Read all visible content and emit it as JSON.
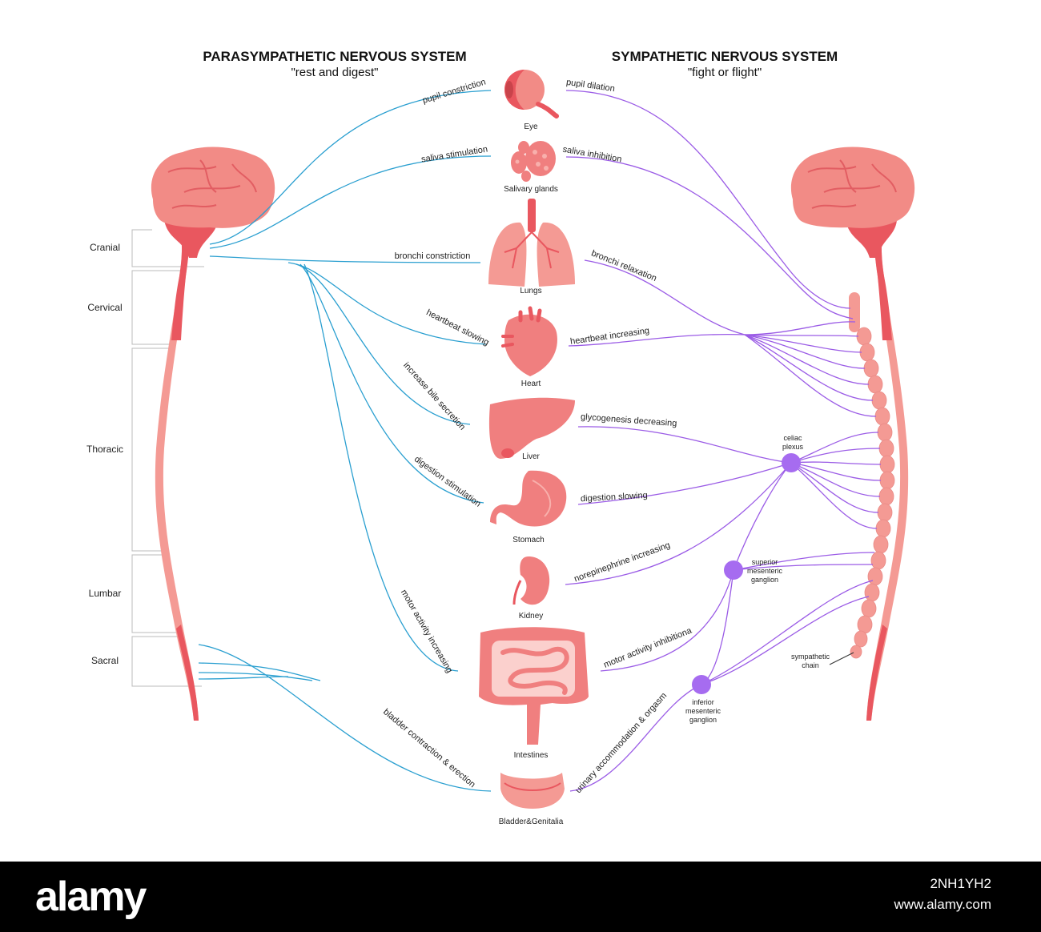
{
  "headings": {
    "para_title": "PARASYMPATHETIC NERVOUS SYSTEM",
    "para_sub": "\"rest and digest\"",
    "symp_title": "SYMPATHETIC NERVOUS SYSTEM",
    "symp_sub": "\"fight or flight\""
  },
  "sections": [
    "Cranial",
    "Cervical",
    "Thoracic",
    "Lumbar",
    "Sacral"
  ],
  "organs": [
    "Eye",
    "Salivary glands",
    "Lungs",
    "Heart",
    "Liver",
    "Stomach",
    "Kidney",
    "Intestines",
    "Bladder&Genitalia"
  ],
  "para_labels": [
    "pupil constriction",
    "saliva stimulation",
    "bronchi constriction",
    "heartbeat slowing",
    "increase bile secretion",
    "digestion stimulation",
    "motor activity increasing",
    "bladder contraction & erection"
  ],
  "symp_labels": [
    "pupil dilation",
    "saliva inhibition",
    "bronchi relaxation",
    "heartbeat increasing",
    "glycogenesis decreasing",
    "digestion slowing",
    "norepinephrine increasing",
    "motor activity inhibitiona",
    "urinary accommodation & orgasm"
  ],
  "ganglia": {
    "celiac": [
      "celiac",
      "plexus"
    ],
    "superior": [
      "superior",
      "mesenteric",
      "ganglion"
    ],
    "inferior": [
      "inferior",
      "mesenteric",
      "ganglion"
    ],
    "chain": [
      "sympathetic",
      "chain"
    ]
  },
  "colors": {
    "parasympathetic_nerve": "#2a9fd0",
    "sympathetic_nerve": "#9b5ce6",
    "organ_fill": "#f07f7f",
    "brain_fill": "#f28b86",
    "spine_fill": "#f49a94",
    "ganglion_fill": "#a66cf0"
  },
  "footer": {
    "brand": "alamy",
    "image_id": "2NH1YH2",
    "site": "www.alamy.com"
  }
}
